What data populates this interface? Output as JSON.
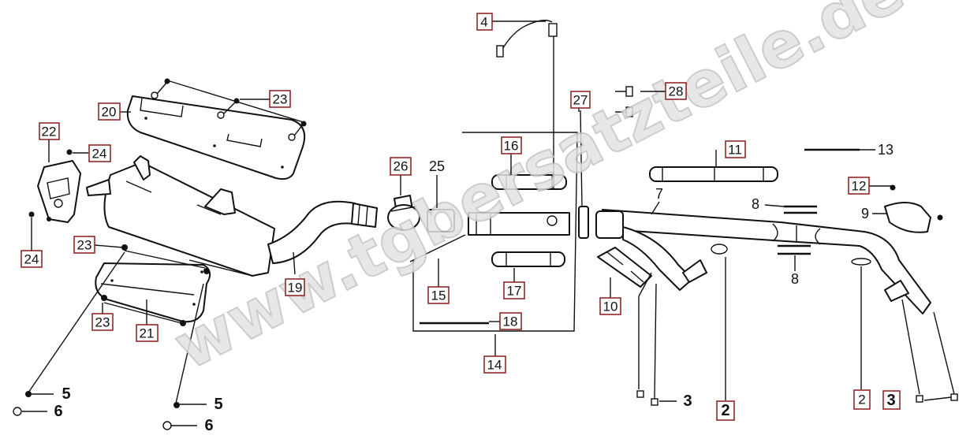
{
  "watermark": "www.tgbersatzteile.de",
  "callouts": [
    {
      "id": "c4",
      "label": "4"
    },
    {
      "id": "c27",
      "label": "27"
    },
    {
      "id": "c28",
      "label": "28"
    },
    {
      "id": "c20",
      "label": "20"
    },
    {
      "id": "c23a",
      "label": "23"
    },
    {
      "id": "c22",
      "label": "22"
    },
    {
      "id": "c24a",
      "label": "24"
    },
    {
      "id": "c16",
      "label": "16"
    },
    {
      "id": "c11",
      "label": "11"
    },
    {
      "id": "c13",
      "label": "13"
    },
    {
      "id": "c26",
      "label": "26"
    },
    {
      "id": "c25",
      "label": "25"
    },
    {
      "id": "c7",
      "label": "7"
    },
    {
      "id": "c12",
      "label": "12"
    },
    {
      "id": "c8a",
      "label": "8"
    },
    {
      "id": "c9",
      "label": "9"
    },
    {
      "id": "c24b",
      "label": "24"
    },
    {
      "id": "c23b",
      "label": "23"
    },
    {
      "id": "c19",
      "label": "19"
    },
    {
      "id": "c15",
      "label": "15"
    },
    {
      "id": "c17",
      "label": "17"
    },
    {
      "id": "c8b",
      "label": "8"
    },
    {
      "id": "c10",
      "label": "10"
    },
    {
      "id": "c23c",
      "label": "23"
    },
    {
      "id": "c21",
      "label": "21"
    },
    {
      "id": "c18",
      "label": "18"
    },
    {
      "id": "c14",
      "label": "14"
    },
    {
      "id": "c5a",
      "label": "5"
    },
    {
      "id": "c6a",
      "label": "6"
    },
    {
      "id": "c5b",
      "label": "5"
    },
    {
      "id": "c6b",
      "label": "6"
    },
    {
      "id": "c3a",
      "label": "3"
    },
    {
      "id": "c2a",
      "label": "2"
    },
    {
      "id": "c2b",
      "label": "2"
    },
    {
      "id": "c3b",
      "label": "3"
    }
  ]
}
